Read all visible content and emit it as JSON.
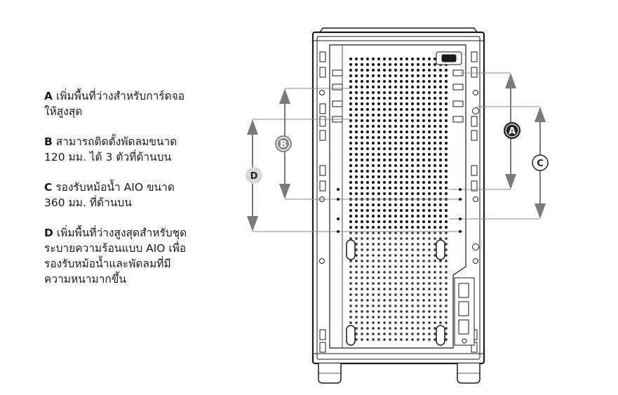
{
  "legend": [
    {
      "letter": "A",
      "lines": [
        "เพิ่มพื้นที่ว่างสำหรับการ์ดจอ",
        "ให้สูงสุด"
      ]
    },
    {
      "letter": "B",
      "lines": [
        "สามารถติดตั้งพัดลมขนาด",
        "120 มม. ได้ 3 ตัวที่ด้านบน"
      ]
    },
    {
      "letter": "C",
      "lines": [
        "รองรับหม้อน้ำ AIO ขนาด",
        "360 มม. ที่ด้านบน"
      ]
    },
    {
      "letter": "D",
      "lines": [
        "เพิ่มพื้นที่ว่างสูงสุดสำหรับชุด",
        "ระบายความร้อนแบบ AIO เพื่อ",
        "รองรับหม้อน้ำและพัดลมที่มี",
        "ความหนามากขึ้น"
      ]
    }
  ],
  "badges": {
    "a": "A",
    "b": "B",
    "c": "C",
    "d": "D"
  },
  "colors": {
    "arrow": "#7a7a7a",
    "case_line": "#1a1a1a",
    "badge_dark": "#222222",
    "badge_light": "#d9d9d9"
  }
}
